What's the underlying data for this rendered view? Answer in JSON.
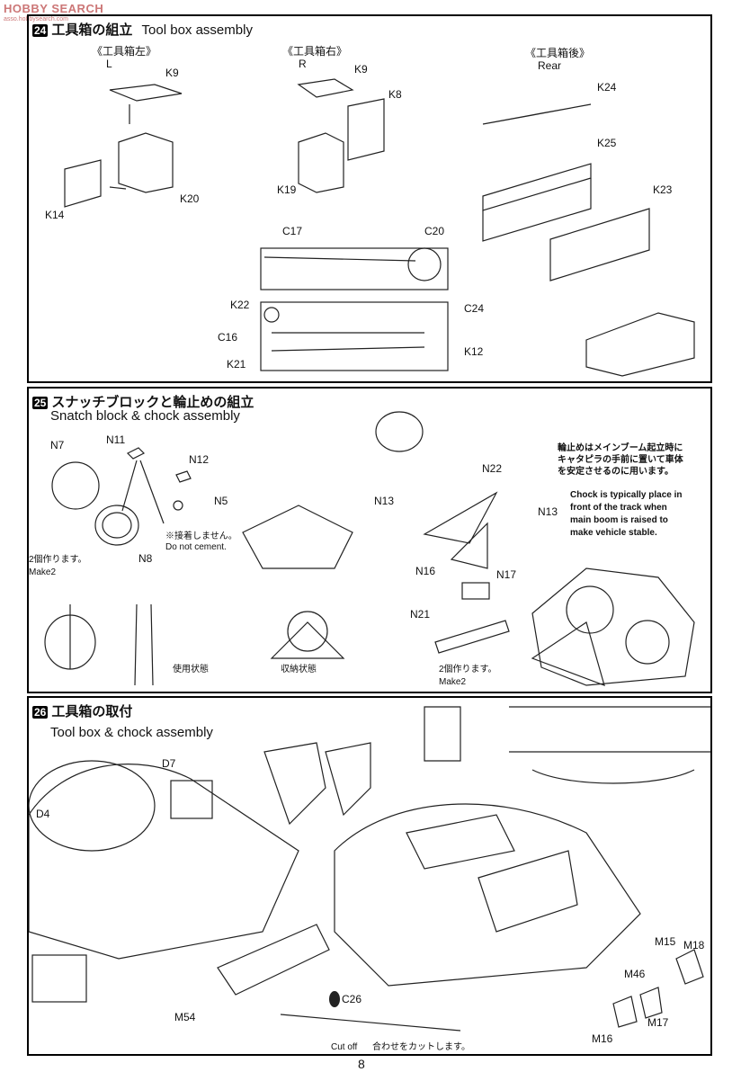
{
  "watermark": {
    "top": "HOBBY SEARCH",
    "sub": "asso.hobbysearch.com"
  },
  "step24": {
    "num": "24",
    "title_jp": "工具箱の組立",
    "title_en": "Tool box assembly",
    "left_jp": "《工具箱左》",
    "left_en": "L",
    "right_jp": "《工具箱右》",
    "right_en": "R",
    "rear_jp": "《工具箱後》",
    "rear_en": "Rear",
    "parts": {
      "k9a": "K9",
      "k9b": "K9",
      "k8": "K8",
      "k14": "K14",
      "k20": "K20",
      "k19": "K19",
      "k24": "K24",
      "k25": "K25",
      "k23": "K23",
      "c17": "C17",
      "c20": "C20",
      "k22": "K22",
      "c24": "C24",
      "c16": "C16",
      "k21": "K21",
      "k12": "K12"
    }
  },
  "step25": {
    "num": "25",
    "title_jp": "スナッチブロックと輪止めの組立",
    "title_en": "Snatch block & chock assembly",
    "parts": {
      "n7": "N7",
      "n11": "N11",
      "n12": "N12",
      "n5": "N5",
      "n8": "N8",
      "n13a": "N13",
      "n22": "N22",
      "n13b": "N13",
      "n16": "N16",
      "n17": "N17",
      "n21": "N21"
    },
    "nocement_jp": "※接着しません。",
    "nocement_en": "Do not cement.",
    "make2_jp": "2個作ります。",
    "make2_en": "Make2",
    "make2b_jp": "2個作ります。",
    "make2b_en": "Make2",
    "use_state": "使用状態",
    "stow_state": "収納状態",
    "note_jp": [
      "輪止めはメインブーム起立時に",
      "キャタピラの手前に置いて車体",
      "を安定させるのに用います。"
    ],
    "note_en": [
      "Chock is typically place in",
      "front of the track when",
      "main boom is raised to",
      "make vehicle stable."
    ]
  },
  "step26": {
    "num": "26",
    "title_jp": "工具箱の取付",
    "title_en": "Tool box & chock assembly",
    "parts": {
      "d7": "D7",
      "d4": "D4",
      "c26": "C26",
      "m15": "M15",
      "m18": "M18",
      "m46": "M46",
      "m17": "M17",
      "m16": "M16",
      "m54": "M54"
    },
    "cutoff_en": "Cut off",
    "cutoff_jp": "合わせをカットします。"
  },
  "page_number": "8"
}
